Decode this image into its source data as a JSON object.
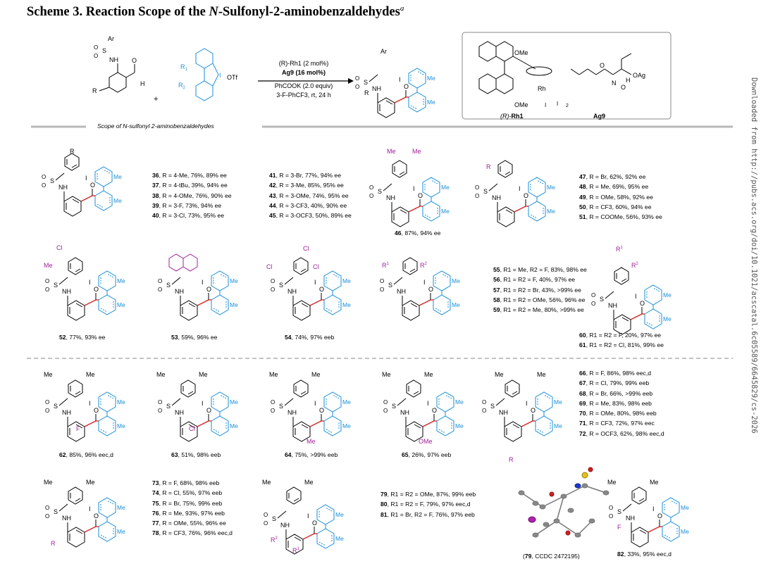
{
  "title": {
    "prefix": "Scheme 3.  Reaction Scope of the ",
    "italic": "N",
    "rest": "-Sulfonyl-2-aminobenzaldehydes",
    "sup": "a"
  },
  "side_text": "Downloaded from http://pubs.acs.org/doi/10.1021/acscatal.6c05589/6645829/cs-2026",
  "scope_heading": "Scope of N-sulfonyl 2-aminobenzaldehydes",
  "conditions": {
    "line1": "(R)-Rh1 (2 mol%)",
    "line2": "Ag9 (16 mol%)",
    "line3": "PhCOOK (2.0 equiv)",
    "line4": "3-F-PhCF3, rt, 24 h"
  },
  "catalyst_labels": {
    "rh": "(R)-Rh1",
    "ag": "Ag9"
  },
  "atom_labels": {
    "ome": "OMe",
    "rh_atom": "Rh",
    "i": "I",
    "two": "2",
    "o": "O",
    "oag": "OAg",
    "nh": "NH",
    "h": "H",
    "ar": "Ar",
    "s": "S",
    "r": "R",
    "r1": "R1",
    "r2": "R2",
    "otf": "OTf",
    "me": "Me",
    "plus": "+",
    "cl": "Cl",
    "f": "F",
    "n": "N"
  },
  "entries": {
    "g1a": [
      "36, R = 4-Me, 76%, 89% ee",
      "37, R = 4-tBu, 39%, 94% ee",
      "38, R = 4-OMe, 76%, 90% ee",
      "39, R = 3-F, 73%, 94% ee",
      "40, R = 3-Cl, 73%, 95% ee"
    ],
    "g1b": [
      "41, R = 3-Br, 77%, 94% ee",
      "42, R = 3-Me, 85%, 95% ee",
      "43, R = 3-OMe, 74%, 95% ee",
      "44, R = 3-CF3, 40%, 90% ee",
      "45, R = 3-OCF3, 50%, 89% ee"
    ],
    "g47": [
      "47, R = Br, 62%, 92% ee",
      "48, R = Me, 69%, 95% ee",
      "49, R = OMe, 58%, 92% ee",
      "50, R = CF3, 60%, 94% ee",
      "51, R = COOMe, 56%, 93% ee"
    ],
    "g55": [
      "55, R1 = Me, R2 = F, 83%, 98% ee",
      "56, R1 = R2 = F, 40%, 97% ee",
      "57, R1 = R2 = Br, 43%, >99% ee",
      "58, R1 = R2 = OMe, 56%, 96% ee",
      "59, R1 = R2 = Me, 80%, >99% ee"
    ],
    "g60": [
      "60, R1 = R2 = F, 20%, 97% ee",
      "61, R1 = R2 = Cl, 81%, 99% ee"
    ],
    "g66": [
      "66, R = F, 86%, 98% eec,d",
      "67, R = Cl, 79%, 99% eeb",
      "68, R = Br, 66%, >99% eeb",
      "69, R = Me, 83%, 98% eeb",
      "70, R = OMe, 80%, 98% eeb",
      "71, R = CF3, 72%, 97% eec",
      "72, R = OCF3, 62%, 98% eec,d"
    ],
    "g73": [
      "73, R = F, 68%, 98% eeb",
      "74, R = Cl, 55%, 97% eeb",
      "75, R = Br, 75%, 99% eeb",
      "76, R = Me, 93%, 97% eeb",
      "77, R = OMe, 55%, 96% ee",
      "78, R = CF3, 76%, 96% eec,d"
    ],
    "g79": [
      "79, R1 = R2 = OMe, 87%, 99% eeb",
      "80, R1 = R2 = F, 79%, 97% eec,d",
      "81, R1 = Br, R2 = F, 76%, 97% eeb"
    ]
  },
  "captions": {
    "c46": "46, 87%, 94% ee",
    "c52": "52, 77%, 93% ee",
    "c53": "53, 59%, 96% ee",
    "c54": "54, 74%, 97% eeb",
    "c62": "62, 85%, 96% eec,d",
    "c63": "63, 51%, 98% eeb",
    "c64": "64, 75%, >99% eeb",
    "c65": "65, 26%, 97% eeb",
    "c79": "(79, CCDC 2472195)",
    "c82": "82, 33%, 95% eec,d"
  },
  "colors": {
    "blue": "#1a8fd8",
    "red": "#d42020",
    "purple": "#a0209a",
    "gray": "#b8b8b8",
    "black": "#000000"
  }
}
